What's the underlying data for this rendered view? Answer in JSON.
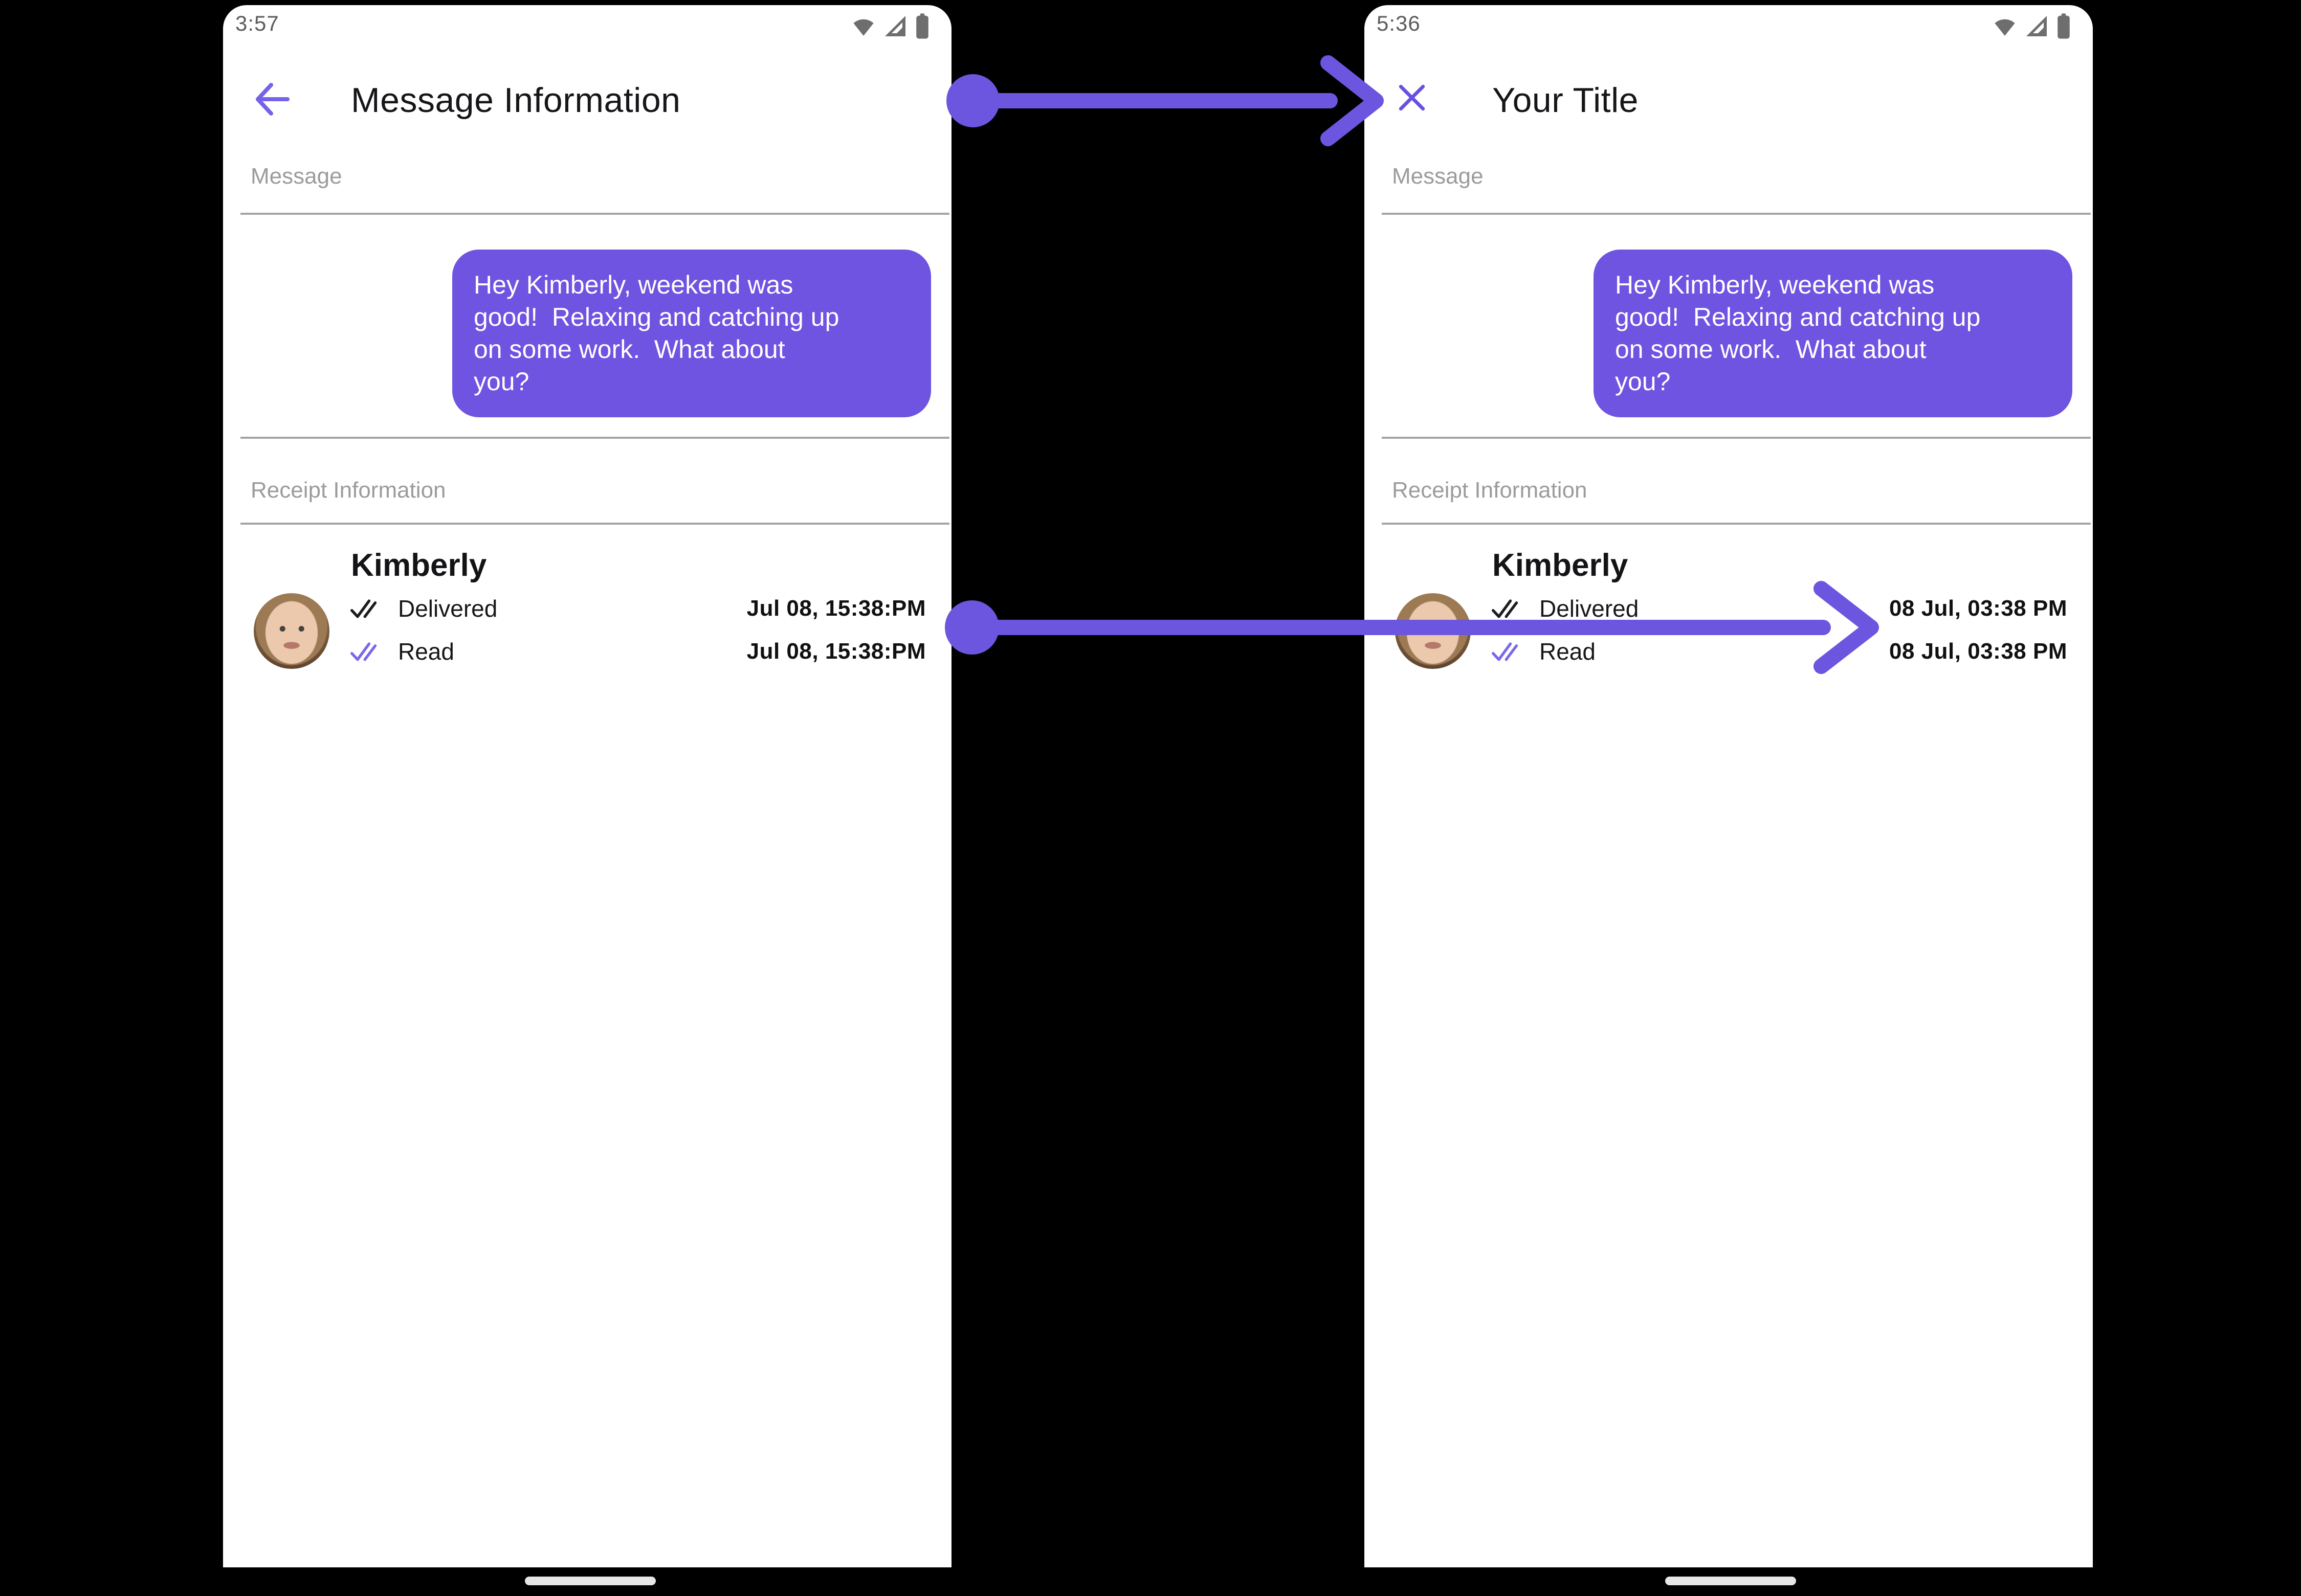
{
  "colors": {
    "accent": "#6C55DF",
    "bubble_purple": "#6E54E0",
    "accent_light": "#7A68EC",
    "label_gray": "#9B9B9B",
    "divider_gray": "#A5A5A5",
    "background": "#000000"
  },
  "phones": [
    {
      "status_time": "3:57",
      "nav_icon": "back-arrow",
      "title": "Message Information",
      "message_label": "Message",
      "bubble_text": "Hey Kimberly, weekend was\ngood!  Relaxing and catching up\non some work.  What about\nyou?",
      "receipt_label": "Receipt Information",
      "contact_name": "Kimberly",
      "receipt_rows": [
        {
          "label": "Delivered",
          "timestamp": "Jul 08, 15:38:PM",
          "check": "dark-double-check"
        },
        {
          "label": "Read",
          "timestamp": "Jul 08, 15:38:PM",
          "check": "purple-double-check"
        }
      ]
    },
    {
      "status_time": "5:36",
      "nav_icon": "close-x",
      "title": "Your Title",
      "message_label": "Message",
      "bubble_text": "Hey Kimberly, weekend was\ngood!  Relaxing and catching up\non some work.  What about\nyou?",
      "receipt_label": "Receipt Information",
      "contact_name": "Kimberly",
      "receipt_rows": [
        {
          "label": "Delivered",
          "timestamp": "08 Jul, 03:38 PM",
          "check": "dark-double-check"
        },
        {
          "label": "Read",
          "timestamp": "08 Jul, 03:38 PM",
          "check": "purple-double-check"
        }
      ]
    }
  ],
  "status_icons": [
    "wifi",
    "cellular-signal",
    "battery"
  ],
  "annotations": {
    "arrow_color": "#6C55DF",
    "arrow_count": 2,
    "meaning": "left screen maps to customized right screen"
  }
}
